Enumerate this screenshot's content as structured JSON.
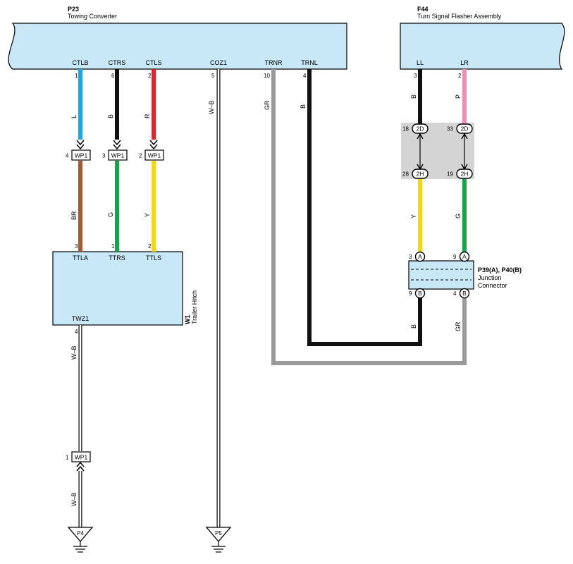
{
  "components": {
    "p23": {
      "code": "P23",
      "name": "Towing Converter",
      "terminals": [
        {
          "name": "CTLB",
          "pin": "1"
        },
        {
          "name": "CTRS",
          "pin": "6"
        },
        {
          "name": "CTLS",
          "pin": "2"
        },
        {
          "name": "COZ1",
          "pin": "5"
        },
        {
          "name": "TRNR",
          "pin": "10"
        },
        {
          "name": "TRNL",
          "pin": "4"
        }
      ]
    },
    "f44": {
      "code": "F44",
      "name": "Turn Signal Flasher Assembly",
      "terminals": [
        {
          "name": "LL",
          "pin": "3"
        },
        {
          "name": "LR",
          "pin": "2"
        }
      ]
    },
    "w1": {
      "code": "W1",
      "name": "Trailer Hitch",
      "terminals": [
        {
          "name": "TTLA",
          "pin": "3"
        },
        {
          "name": "TTRS",
          "pin": "1"
        },
        {
          "name": "TTLS",
          "pin": "2"
        },
        {
          "name": "TWZ1",
          "pin": "4"
        }
      ]
    },
    "p39p40": {
      "code": "P39(A), P40(B)",
      "name_line1": "Junction",
      "name_line2": "Connector",
      "pins_top": [
        {
          "pin": "3",
          "tag": "A"
        },
        {
          "pin": "9",
          "tag": "A"
        }
      ],
      "pins_bottom": [
        {
          "pin": "9",
          "tag": "B"
        },
        {
          "pin": "4",
          "tag": "B"
        }
      ]
    }
  },
  "connectors": {
    "wp1_top": [
      {
        "pin": "4",
        "label": "WP1"
      },
      {
        "pin": "3",
        "label": "WP1"
      },
      {
        "pin": "2",
        "label": "WP1"
      }
    ],
    "wp1_bottom": {
      "pin": "1",
      "label": "WP1"
    },
    "j2d": [
      {
        "pin": "18",
        "label": "2D"
      },
      {
        "pin": "33",
        "label": "2D"
      }
    ],
    "j2h": [
      {
        "pin": "28",
        "label": "2H"
      },
      {
        "pin": "19",
        "label": "2H"
      }
    ]
  },
  "wire_colors": {
    "ctlb_upper": "L",
    "ctrs_upper": "B",
    "ctls_upper": "R",
    "ctlb_lower": "BR",
    "ctrs_lower": "G",
    "ctls_lower": "Y",
    "coz1": "W–B",
    "trnr": "GR",
    "trnl": "B",
    "ll_upper": "B",
    "lr_upper": "P",
    "ll_mid": "Y",
    "lr_mid": "G",
    "jc_left_lower": "B",
    "jc_right_lower": "GR",
    "twz1_upper": "W–B",
    "twz1_lower": "W–B"
  },
  "grounds": [
    {
      "label": "P4"
    },
    {
      "label": "P5"
    }
  ],
  "colors": {
    "component_fill": "#c8e8f8",
    "junction_fill": "#d4d4d4",
    "L": "#1aa7e8",
    "B": "#111111",
    "R": "#e8202a",
    "BR": "#a35a36",
    "G": "#12a54a",
    "Y": "#f5d80a",
    "P": "#f08cbc",
    "GR": "#9a9a9a"
  }
}
